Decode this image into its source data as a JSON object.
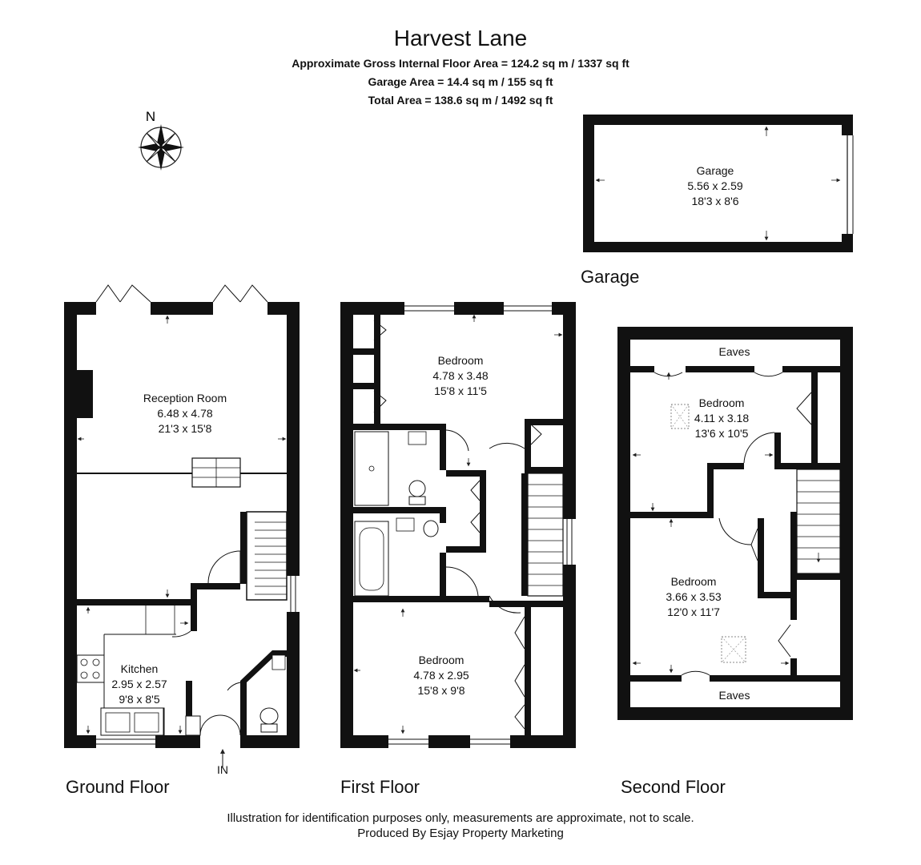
{
  "header": {
    "title": "Harvest Lane",
    "gross_area": "Approximate Gross Internal Floor Area = 124.2 sq m / 1337 sq ft",
    "garage_area": "Garage Area = 14.4 sq m / 155 sq ft",
    "total_area": "Total Area = 138.6 sq m / 1492 sq ft"
  },
  "compass": {
    "label": "N",
    "icon": "compass-icon"
  },
  "garage": {
    "room_name": "Garage",
    "dim_metric": "5.56 x 2.59",
    "dim_imperial": "18'3 x 8'6",
    "floor_label": "Garage"
  },
  "ground_floor": {
    "label": "Ground Floor",
    "entrance": "IN",
    "reception": {
      "name": "Reception Room",
      "metric": "6.48 x 4.78",
      "imperial": "21'3 x 15'8"
    },
    "kitchen": {
      "name": "Kitchen",
      "metric": "2.95 x 2.57",
      "imperial": "9'8 x 8'5"
    }
  },
  "first_floor": {
    "label": "First Floor",
    "bedroom1": {
      "name": "Bedroom",
      "metric": "4.78 x 3.48",
      "imperial": "15'8 x 11'5"
    },
    "bedroom2": {
      "name": "Bedroom",
      "metric": "4.78 x 2.95",
      "imperial": "15'8 x 9'8"
    }
  },
  "second_floor": {
    "label": "Second Floor",
    "eaves_top": "Eaves",
    "eaves_bottom": "Eaves",
    "bedroom1": {
      "name": "Bedroom",
      "metric": "4.11 x 3.18",
      "imperial": "13'6 x 10'5"
    },
    "bedroom2": {
      "name": "Bedroom",
      "metric": "3.66 x 3.53",
      "imperial": "12'0 x 11'7"
    }
  },
  "footer": {
    "disclaimer": "Illustration for identification purposes only, measurements are approximate, not to scale.",
    "producer": "Produced By Esjay Property Marketing"
  }
}
